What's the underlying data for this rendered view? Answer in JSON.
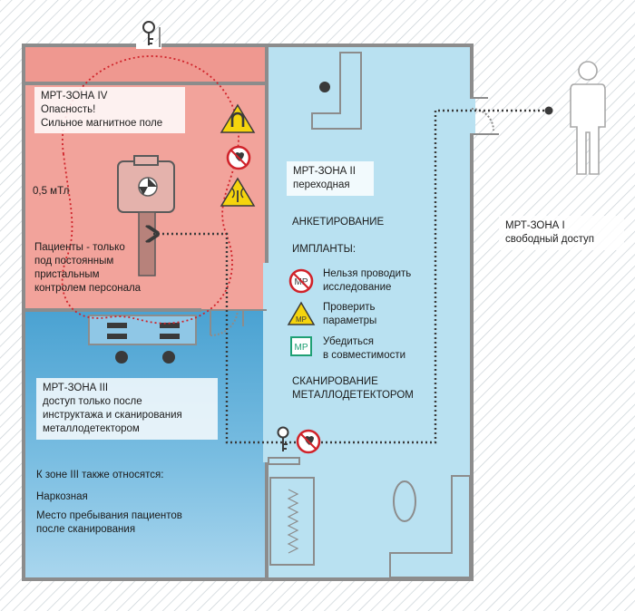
{
  "zone4": {
    "title": "МРТ-ЗОНА IV",
    "line1": "Опасность!",
    "line2": "Сильное магнитное поле",
    "field_label": "0,5 мТл",
    "patients_line1": "Пациенты - только",
    "patients_line2": "под постоянным",
    "patients_line3": "пристальным",
    "patients_line4": "контролем персонала"
  },
  "zone3": {
    "title": "МРТ-ЗОНА III",
    "line1": "доступ только после",
    "line2": "инструктажа и сканирования",
    "line3": "металлодетектором",
    "also_heading": "К зоне III также относятся:",
    "item1": "Наркозная",
    "item2_line1": "Место пребывания пациентов",
    "item2_line2": "после сканирования"
  },
  "zone2": {
    "title": "МРТ-ЗОНА II",
    "subtitle": "переходная",
    "survey": "АНКЕТИРОВАНИЕ",
    "implants": "ИМПЛАНТЫ:",
    "sign1_code": "MP",
    "sign1_line1": "Нельзя проводить",
    "sign1_line2": "исследование",
    "sign2_code": "MP",
    "sign2_line1": "Проверить",
    "sign2_line2": "параметры",
    "sign3_code": "MP",
    "sign3_line1": "Убедиться",
    "sign3_line2": "в совместимости",
    "scan_line1": "СКАНИРОВАНИЕ",
    "scan_line2": "МЕТАЛЛОДЕТЕКТОРОМ"
  },
  "zone1": {
    "title": "МРТ-ЗОНА I",
    "subtitle": "свободный доступ"
  },
  "icons": {
    "key_top": "key-icon",
    "key_bottom": "key-icon",
    "magnet_warning": "magnet-warning-icon",
    "no_pacemaker": "no-pacemaker-icon",
    "radiation_warning": "electromagnetic-warning-icon",
    "no_pacemaker_door": "no-pacemaker-icon",
    "person": "person-icon",
    "mri_machine": "mri-scanner-icon"
  },
  "colors": {
    "zone4_fill": "#f2a39b",
    "zone3_fill": "#6fb6dc",
    "zone2_fill": "#b9e1f1",
    "wall": "#8c8c8c",
    "hatch": "#cfd6da",
    "field_line": "#d0232a",
    "path_line": "#3a3a3a",
    "sign_red": "#d0232a",
    "sign_yellow": "#f5d40d",
    "sign_green": "#1fa074"
  }
}
